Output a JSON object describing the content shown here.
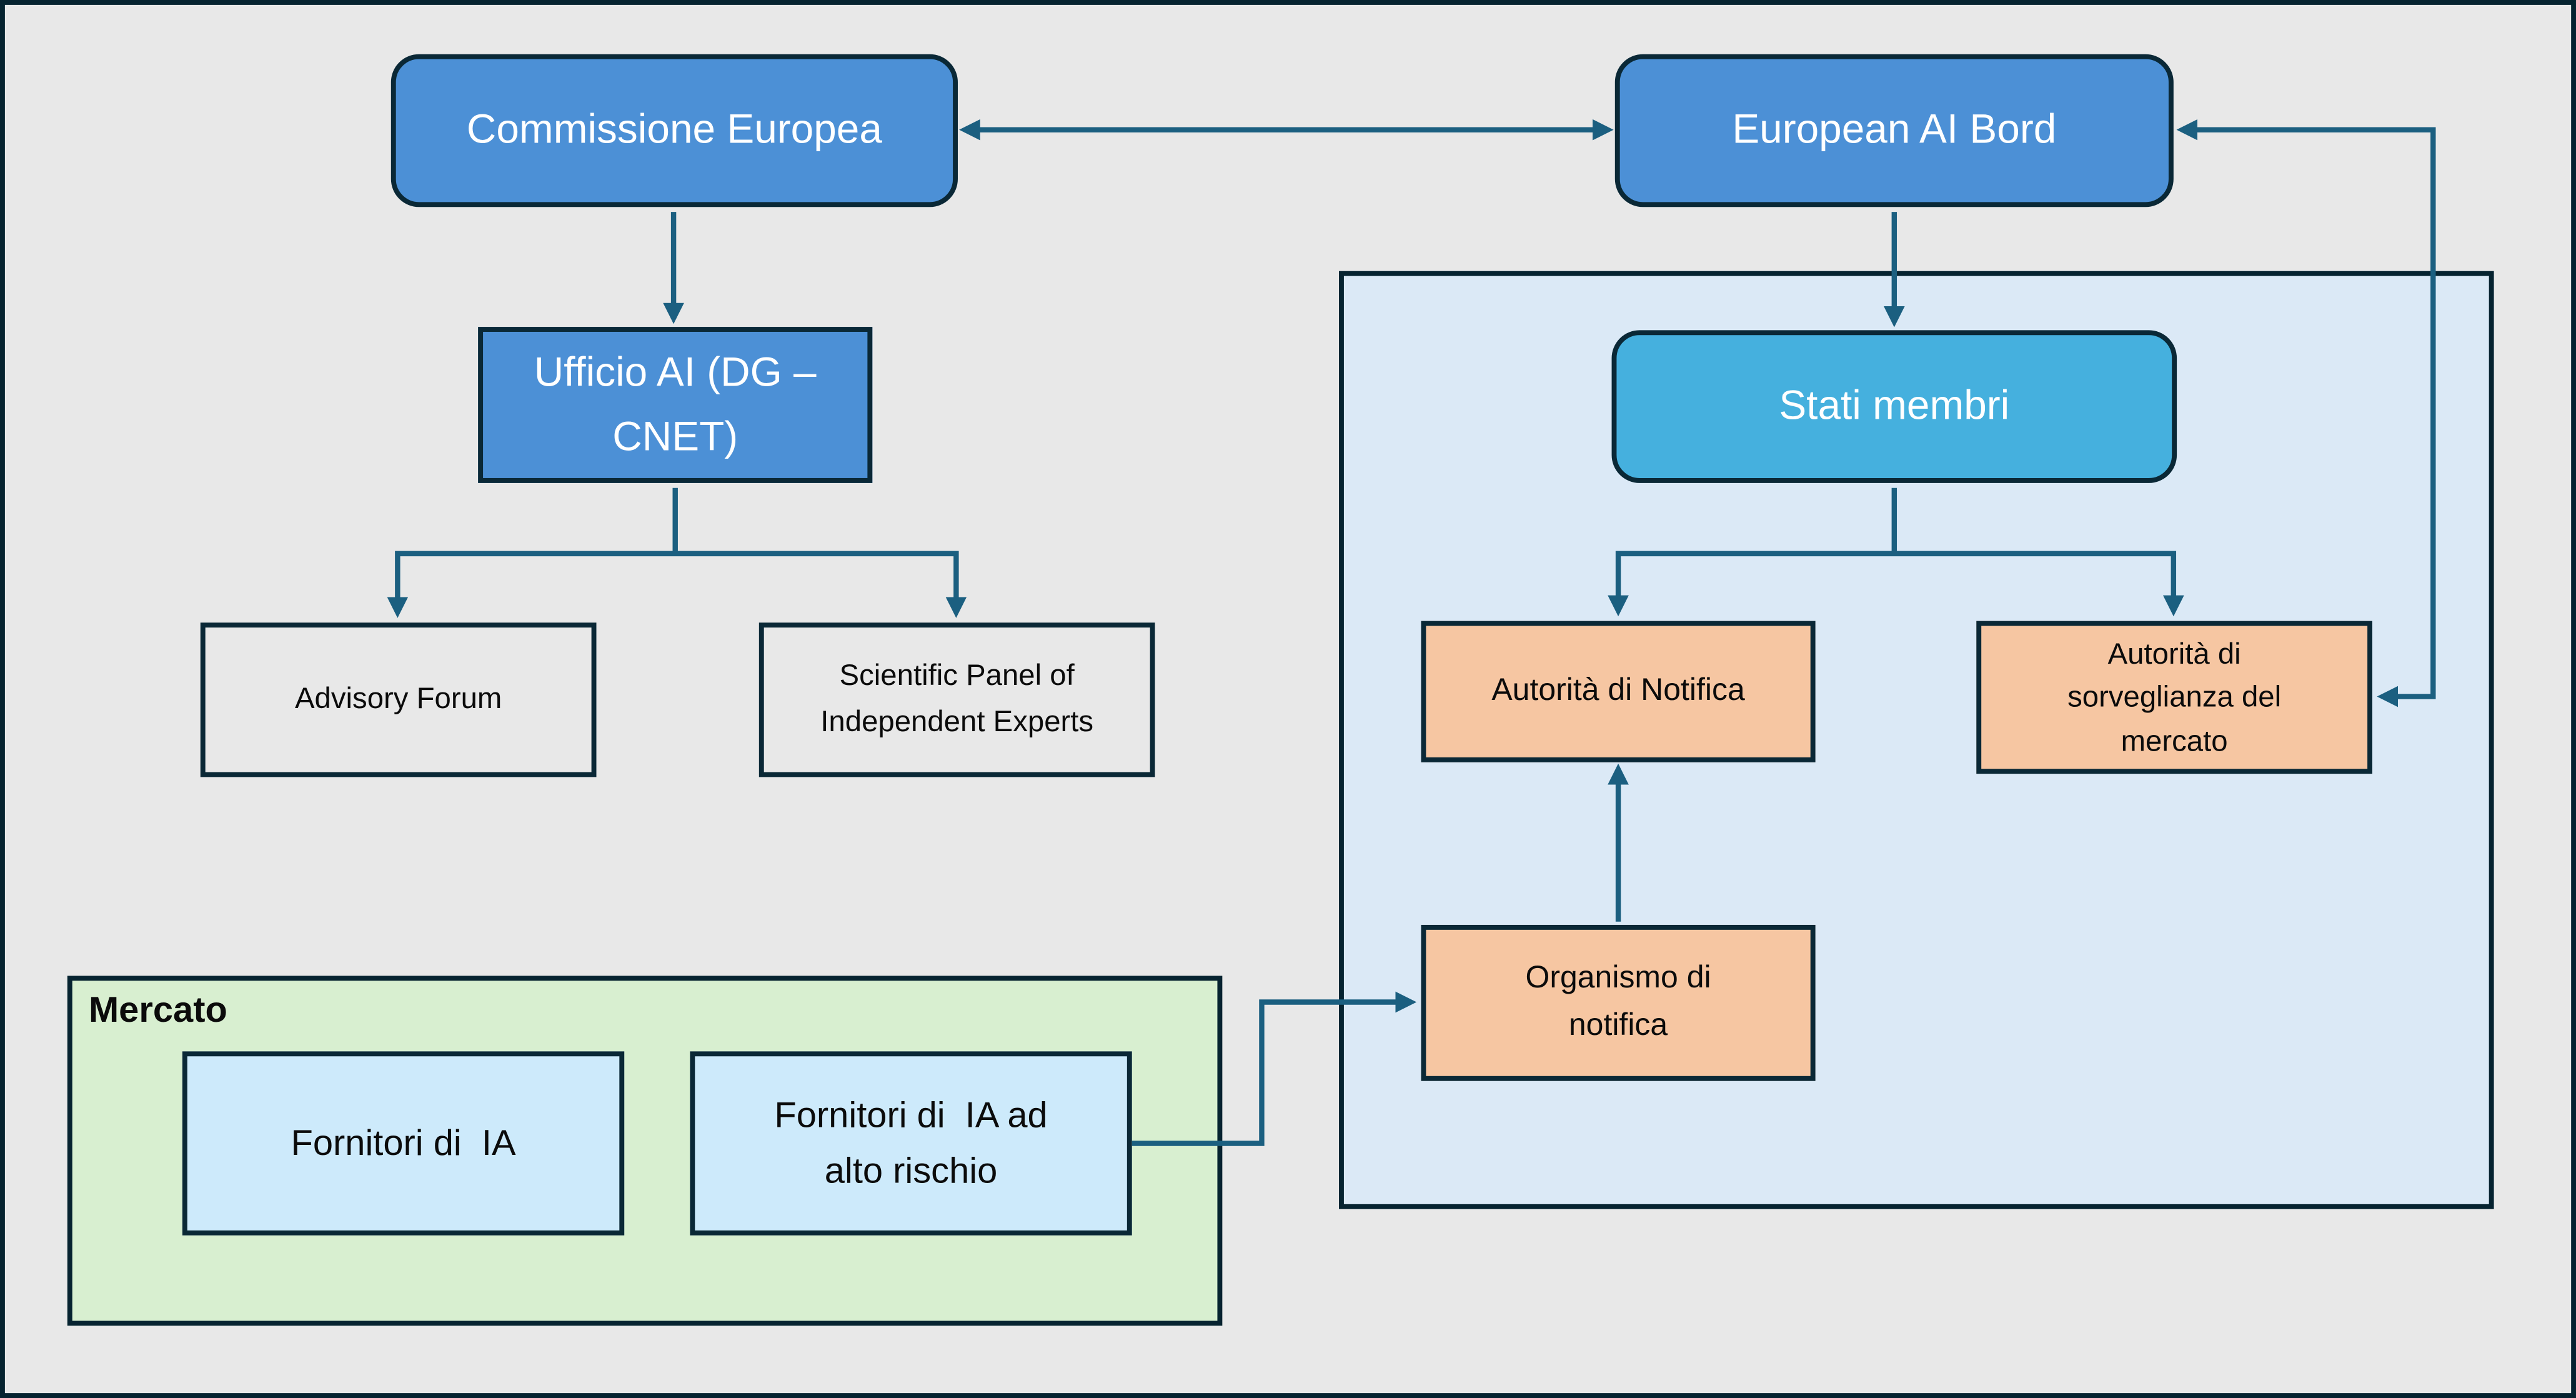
{
  "colors": {
    "background": "#e8e8e8",
    "frame_border": "#062330",
    "node_border": "#0a2836",
    "connector": "#1b5f80",
    "blue_node": "#4c90d6",
    "cyan_node": "#45b0de",
    "member_states_panel": "#dbe9f6",
    "orange_node": "#f6c6a2",
    "market_panel": "#d8efd0",
    "provider_node": "#cdeafb",
    "text_dark": "#0b0b0b",
    "text_light": "#ffffff"
  },
  "nodes": {
    "commissione_europea": {
      "label": "Commissione Europea"
    },
    "european_ai_bord": {
      "label": "European AI Bord"
    },
    "ufficio_ai": {
      "label": "Ufficio AI (DG –\nCNET)"
    },
    "advisory_forum": {
      "label": "Advisory Forum"
    },
    "scientific_panel": {
      "label": "Scientific Panel of\nIndependent Experts"
    },
    "stati_membri": {
      "label": "Stati membri"
    },
    "autorita_di_notifica": {
      "label": "Autorità di Notifica"
    },
    "autorita_sorveglianza": {
      "label": "Autorità di\nsorveglianza del\nmercato"
    },
    "organismo_di_notifica": {
      "label": "Organismo di\nnotifica"
    },
    "mercato": {
      "label": "Mercato"
    },
    "fornitori_ia": {
      "label": "Fornitori di  IA"
    },
    "fornitori_ia_alto_rischio": {
      "label": "Fornitori di  IA ad\nalto rischio"
    }
  },
  "edges": [
    {
      "between": [
        "commissione_europea",
        "european_ai_bord"
      ],
      "arrows": "both"
    },
    {
      "from": "commissione_europea",
      "to": "ufficio_ai",
      "arrows": "end"
    },
    {
      "from": "ufficio_ai",
      "to": "advisory_forum",
      "arrows": "end"
    },
    {
      "from": "ufficio_ai",
      "to": "scientific_panel",
      "arrows": "end"
    },
    {
      "from": "european_ai_bord",
      "to": "stati_membri",
      "arrows": "end"
    },
    {
      "from": "stati_membri",
      "to": "autorita_di_notifica",
      "arrows": "end"
    },
    {
      "from": "stati_membri",
      "to": "autorita_sorveglianza",
      "arrows": "end"
    },
    {
      "between": [
        "european_ai_bord",
        "autorita_sorveglianza"
      ],
      "arrows": "both"
    },
    {
      "from": "organismo_di_notifica",
      "to": "autorita_di_notifica",
      "arrows": "end"
    },
    {
      "from": "fornitori_ia_alto_rischio",
      "to": "organismo_di_notifica",
      "arrows": "end"
    }
  ]
}
